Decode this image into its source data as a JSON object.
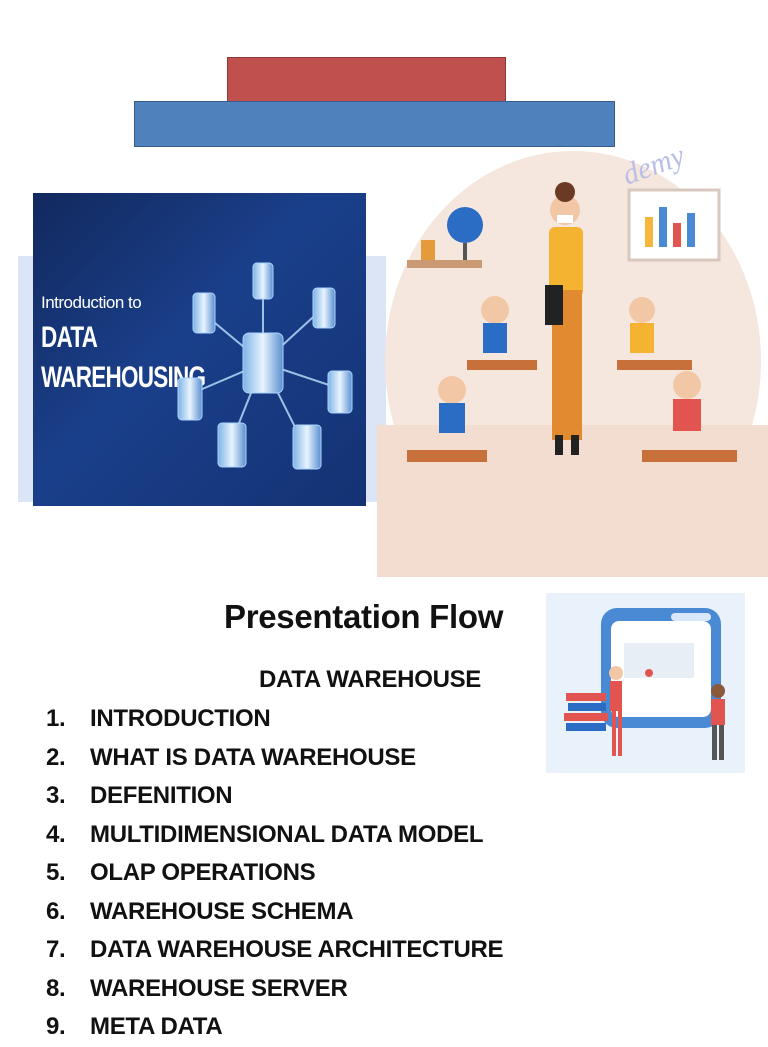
{
  "slide1": {
    "dw_image": {
      "line1": "Introduction to",
      "line2": "DATA",
      "line3": "WAREHOUSING"
    },
    "class_image": {
      "watermark": "demy",
      "icons": [
        "globe-icon",
        "chart-board-icon",
        "teacher-figure",
        "student-figure"
      ]
    },
    "colors": {
      "red_bar": "#c0504d",
      "blue_bar": "#4f81bd"
    }
  },
  "slide2": {
    "title": "Presentation Flow",
    "subtitle": "DATA WAREHOUSE",
    "items": [
      {
        "num": "1.",
        "label": "INTRODUCTION"
      },
      {
        "num": "2.",
        "label": "WHAT IS DATA WAREHOUSE"
      },
      {
        "num": "3.",
        "label": "DEFENITION"
      },
      {
        "num": "4.",
        "label": "MULTIDIMENSIONAL DATA MODEL"
      },
      {
        "num": "5.",
        "label": "OLAP OPERATIONS"
      },
      {
        "num": "6.",
        "label": "WAREHOUSE SCHEMA"
      },
      {
        "num": "7.",
        "label": "DATA WAREHOUSE ARCHITECTURE"
      },
      {
        "num": "8.",
        "label": "WAREHOUSE SERVER"
      },
      {
        "num": "9.",
        "label": "META DATA"
      }
    ]
  }
}
